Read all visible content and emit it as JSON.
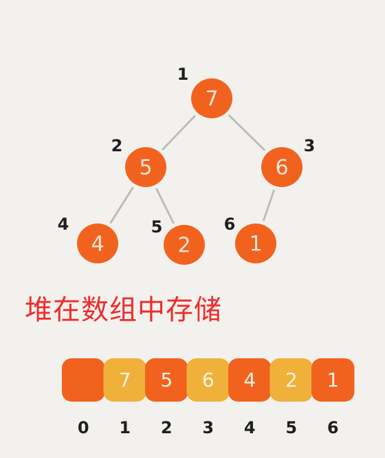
{
  "colors": {
    "node": "#f2621f",
    "cell_dark": "#f2621f",
    "cell_light": "#f0b13a",
    "edge": "#bdbdb8",
    "heading": "#ef2b2b",
    "index": "#1f1f1f"
  },
  "tree": {
    "nodes": [
      {
        "index": "1",
        "value": "7"
      },
      {
        "index": "2",
        "value": "5"
      },
      {
        "index": "3",
        "value": "6"
      },
      {
        "index": "4",
        "value": "4"
      },
      {
        "index": "5",
        "value": "2"
      },
      {
        "index": "6",
        "value": "1"
      }
    ],
    "edges": [
      [
        "1",
        "2"
      ],
      [
        "1",
        "3"
      ],
      [
        "2",
        "4"
      ],
      [
        "2",
        "5"
      ],
      [
        "3",
        "6"
      ]
    ]
  },
  "heading": "堆在数组中存储",
  "array": {
    "cells": [
      {
        "value": "",
        "style": "dark"
      },
      {
        "value": "7",
        "style": "light"
      },
      {
        "value": "5",
        "style": "dark"
      },
      {
        "value": "6",
        "style": "light"
      },
      {
        "value": "4",
        "style": "dark"
      },
      {
        "value": "2",
        "style": "light"
      },
      {
        "value": "1",
        "style": "dark"
      }
    ],
    "indices": [
      "0",
      "1",
      "2",
      "3",
      "4",
      "5",
      "6"
    ]
  }
}
